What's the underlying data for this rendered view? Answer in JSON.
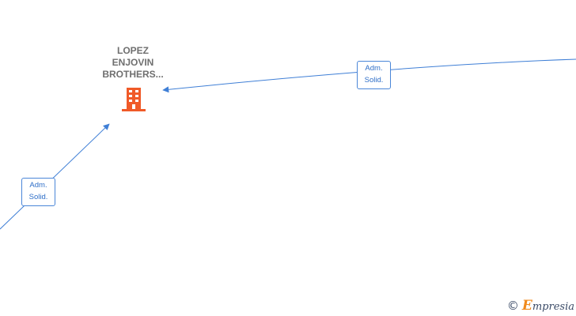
{
  "company_node": {
    "label_lines": [
      "LOPEZ",
      "ENJOVIN",
      "BROTHERS..."
    ],
    "icon": "building-icon",
    "icon_color": "#f05a28"
  },
  "edges": [
    {
      "label_lines": [
        "Adm.",
        "Solid."
      ]
    },
    {
      "label_lines": [
        "Adm.",
        "Solid."
      ]
    }
  ],
  "edge_color": "#3f7fd6",
  "watermark": {
    "symbol": "©",
    "brand_initial": "E",
    "brand_rest": "mpresia"
  }
}
